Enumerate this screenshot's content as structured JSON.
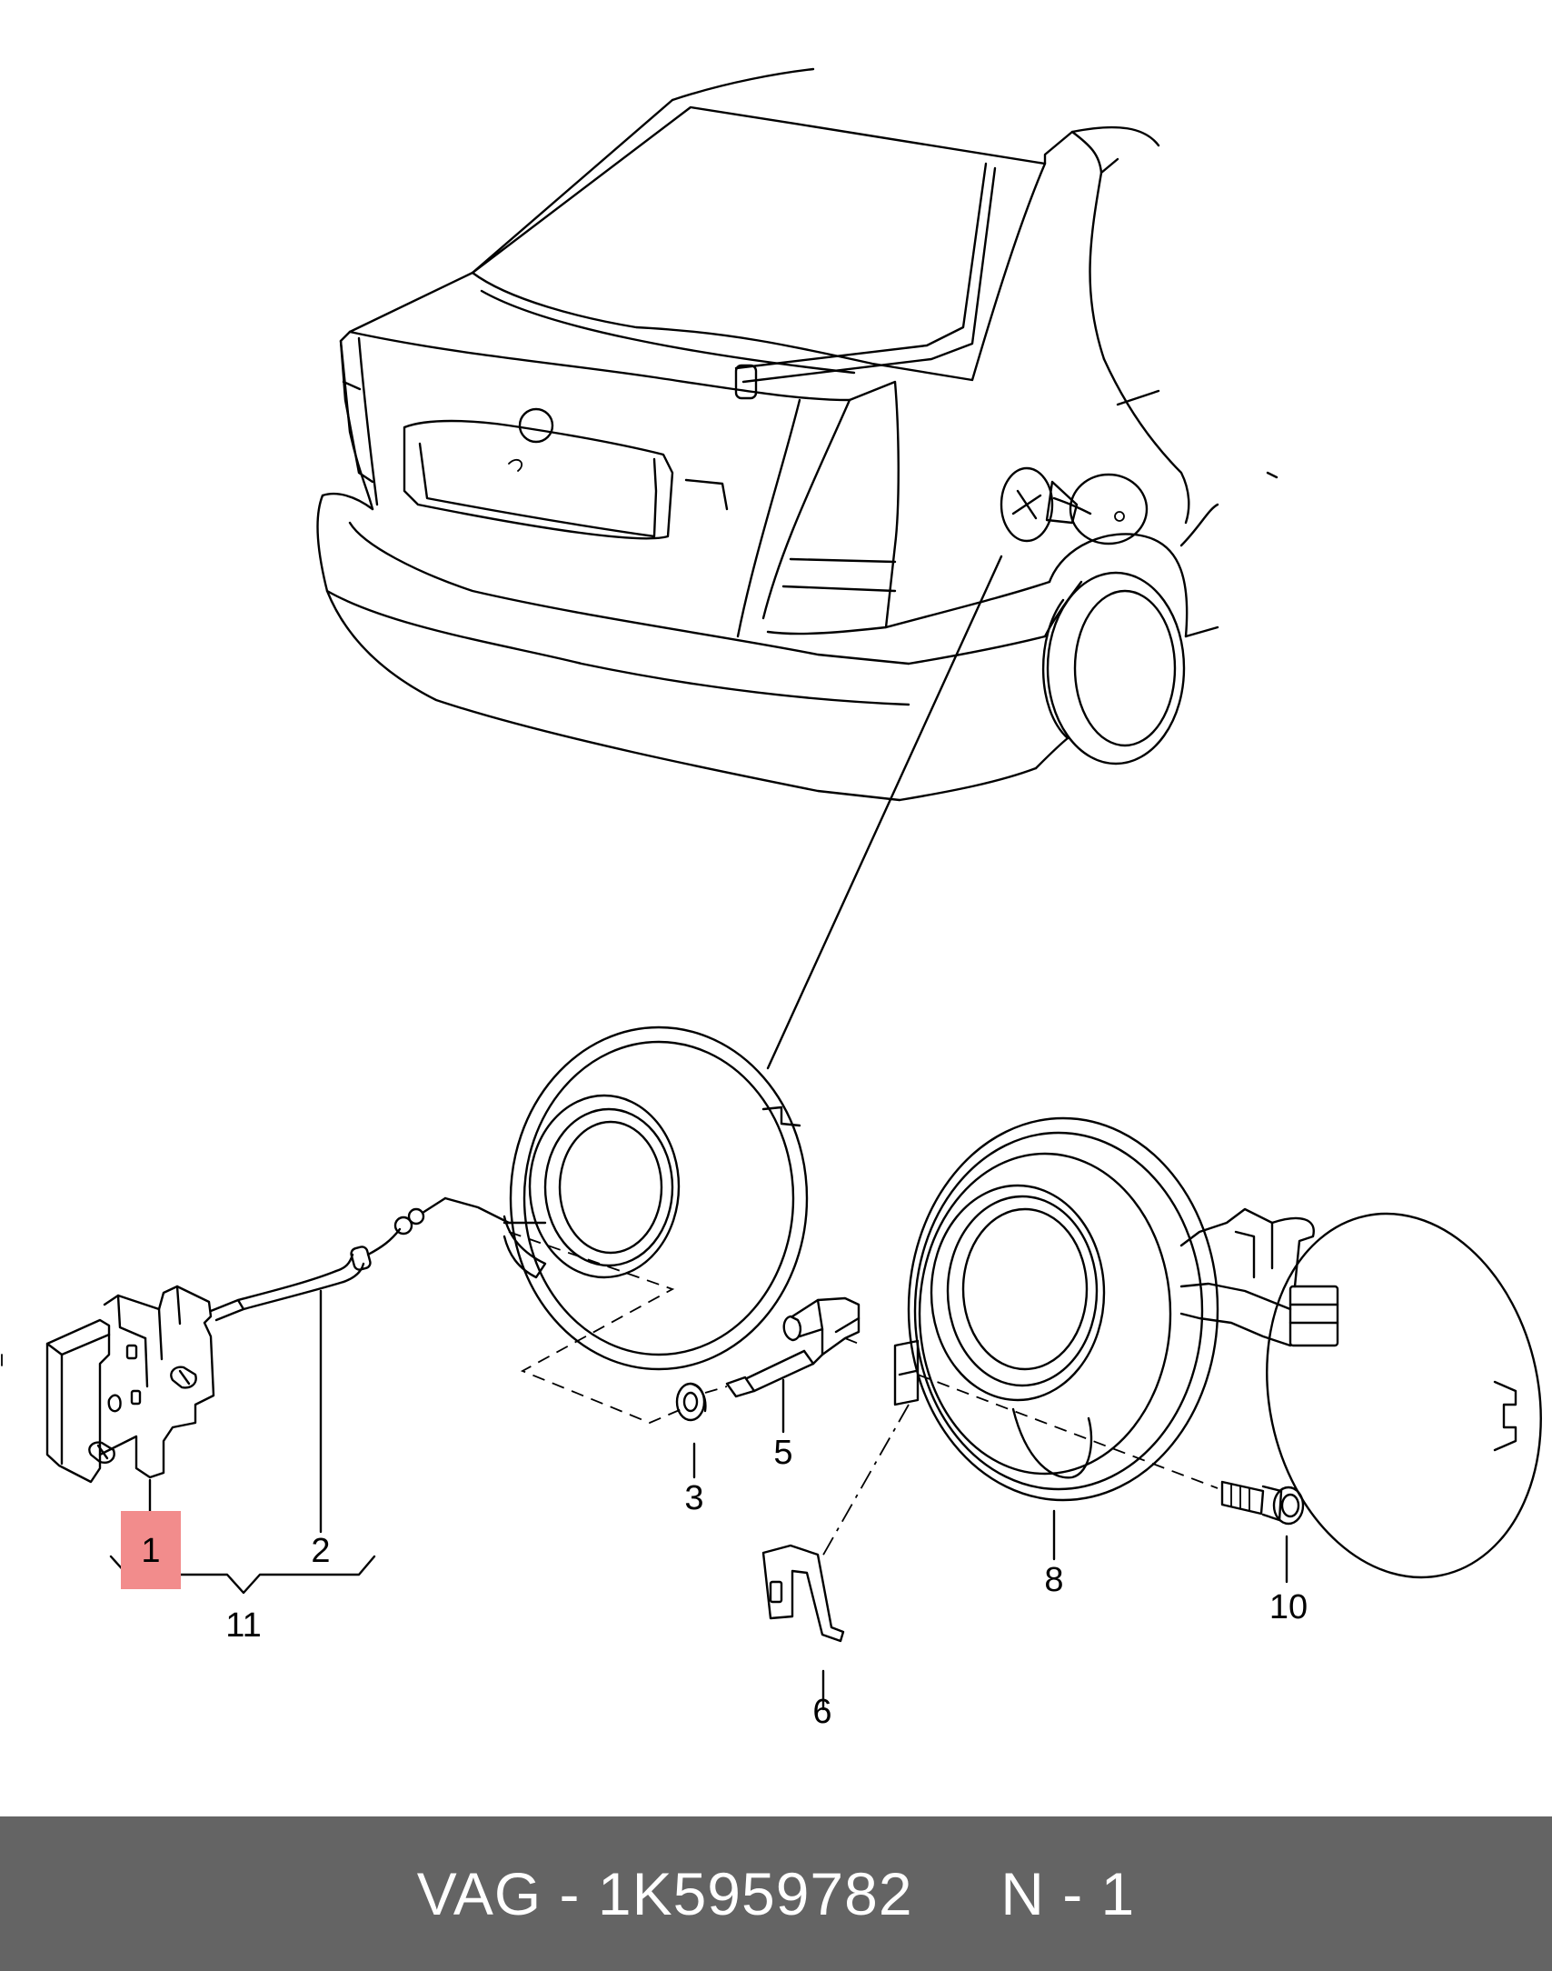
{
  "callouts": {
    "c1": "1",
    "c2": "2",
    "c3": "3",
    "c5": "5",
    "c6": "6",
    "c8": "8",
    "c10": "10",
    "c11": "11"
  },
  "highlight_color": "#f28c8c",
  "footer": {
    "brand": "VAG",
    "part_number": "1K5959782",
    "position": "N - 1",
    "background": "#646464"
  }
}
